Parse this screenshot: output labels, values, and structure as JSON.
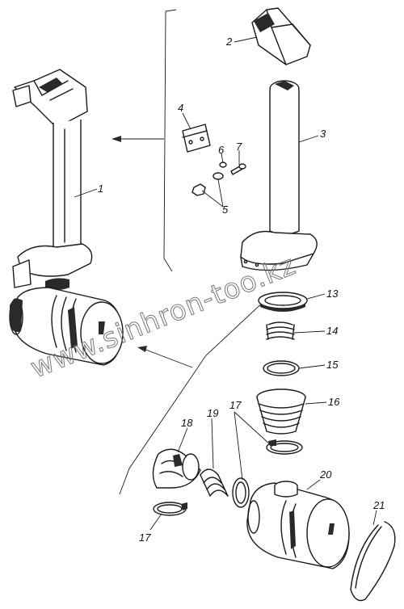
{
  "watermark": "www.sinhron-too.kz",
  "callouts": [
    {
      "id": "c1",
      "text": "1"
    },
    {
      "id": "c2",
      "text": "2"
    },
    {
      "id": "c3",
      "text": "3"
    },
    {
      "id": "c4",
      "text": "4"
    },
    {
      "id": "c5",
      "text": "5"
    },
    {
      "id": "c6",
      "text": "6"
    },
    {
      "id": "c7",
      "text": "7"
    },
    {
      "id": "c13",
      "text": "13"
    },
    {
      "id": "c14",
      "text": "14"
    },
    {
      "id": "c15",
      "text": "15"
    },
    {
      "id": "c16",
      "text": "16"
    },
    {
      "id": "c17a",
      "text": "17"
    },
    {
      "id": "c17b",
      "text": "17"
    },
    {
      "id": "c18",
      "text": "18"
    },
    {
      "id": "c19",
      "text": "19"
    },
    {
      "id": "c20",
      "text": "20"
    },
    {
      "id": "c21",
      "text": "21"
    }
  ]
}
